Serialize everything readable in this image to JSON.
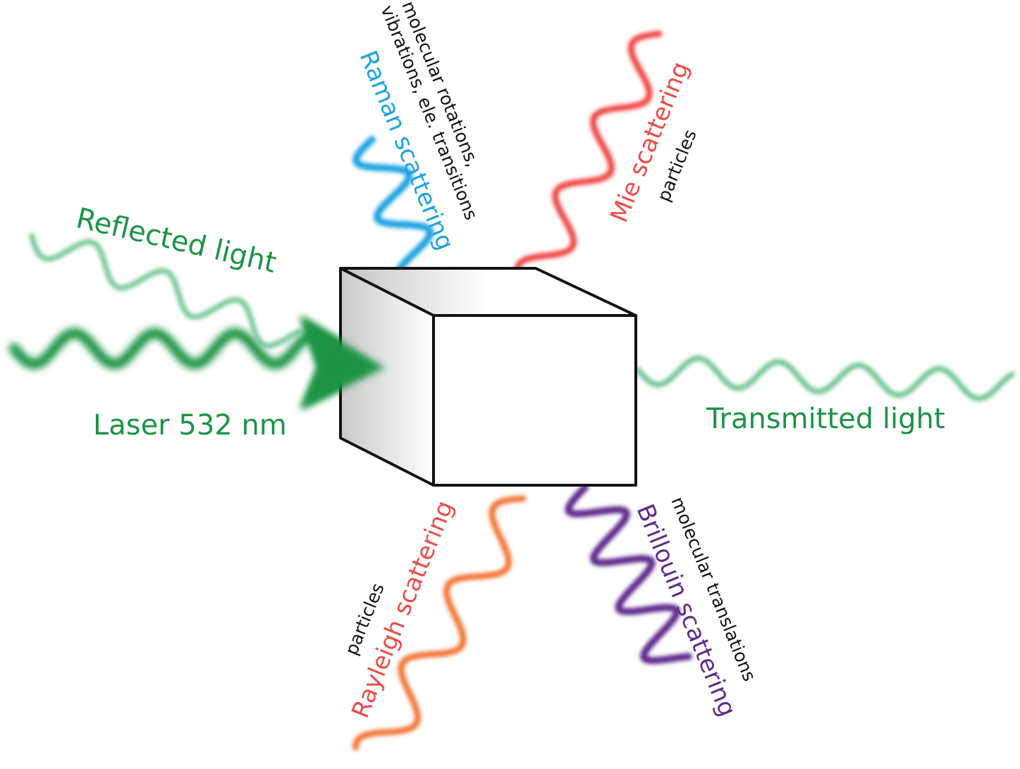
{
  "labels": {
    "reflected": "Reflected light",
    "laser": "Laser 532 nm",
    "transmitted": "Transmitted light",
    "raman": "Raman scattering",
    "raman_desc_line1": "molecular rotations,",
    "raman_desc_line2": "vibrations, ele. transitions",
    "mie": "Mie scattering",
    "mie_desc": "particles",
    "rayleigh": "Rayleigh scattering",
    "rayleigh_desc": "particles",
    "brillouin": "Brillouin scattering",
    "brillouin_desc": "molecular translations"
  },
  "colors": {
    "green": "#1a9445",
    "light_green": "#5cbc83",
    "blue": "#1ba3e0",
    "red": "#ee4a47",
    "orange": "#f27637",
    "purple": "#5e2a8c",
    "black": "#111111"
  }
}
